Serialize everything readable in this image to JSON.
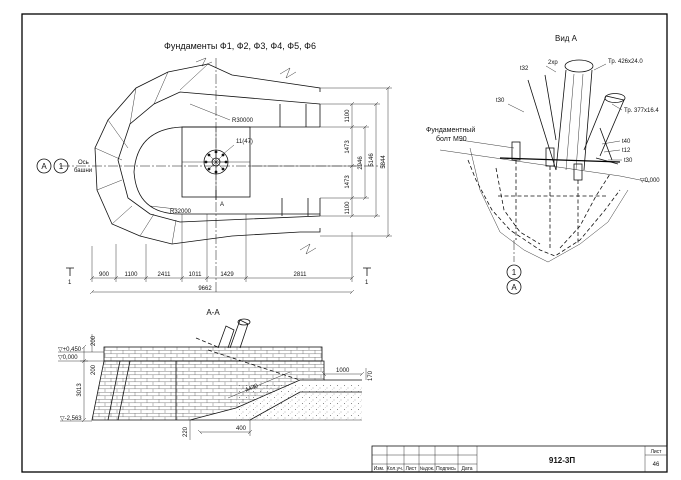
{
  "plan": {
    "title": "Фундаменты Ф1, Ф2, Ф3, Ф4, Ф5, Ф6",
    "axis_letter": "А",
    "axis_number": "1",
    "axis_caption_line1": "Ось",
    "axis_caption_line2": "башни",
    "radius_outer": "R30000",
    "radius_inner": "R32000",
    "anchor_callout": "11(47)",
    "section_marker": "А",
    "cut_mark": "1",
    "dims_bottom": [
      "900",
      "1100",
      "2411",
      "1011",
      "1429",
      "2811"
    ],
    "dim_total": "9662",
    "dims_right_inner": [
      "1100",
      "1473",
      "1473",
      "1100"
    ],
    "dim_right_mid": "2946",
    "dim_right_outer1": "5146",
    "dim_right_outer2": "5844"
  },
  "view_a": {
    "title": "Вид А",
    "pipe_label_1": "Тр. 426х24.0",
    "pipe_label_2": "Тр. 377х16.4",
    "bolt_label_line1": "Фундаментный",
    "bolt_label_line2": "болт М90",
    "t32": "t32",
    "t2": "2хр",
    "t30_top": "t30",
    "t40": "t40",
    "t12": "t12",
    "t30_bottom": "t30",
    "elev_zero": "▽0,000",
    "axis_number": "1",
    "axis_letter": "А"
  },
  "section": {
    "title": "А-А",
    "elev_top": "▽+0,450",
    "elev_zero": "▽0,000",
    "elev_bottom": "▽-2,563",
    "dim_200_top": "200",
    "dim_200_left": "200",
    "dim_3013": "3013",
    "dim_4430": "4430",
    "dim_1000": "1000",
    "dim_170": "170",
    "dim_220": "220",
    "dim_400": "400"
  },
  "title_block": {
    "headers": [
      "Изм.",
      "Кол.уч.",
      "Лист",
      "№док.",
      "Подпись",
      "Дата"
    ],
    "drawing_number": "912-3П",
    "sheet_label": "Лист",
    "sheet_number": "46"
  }
}
